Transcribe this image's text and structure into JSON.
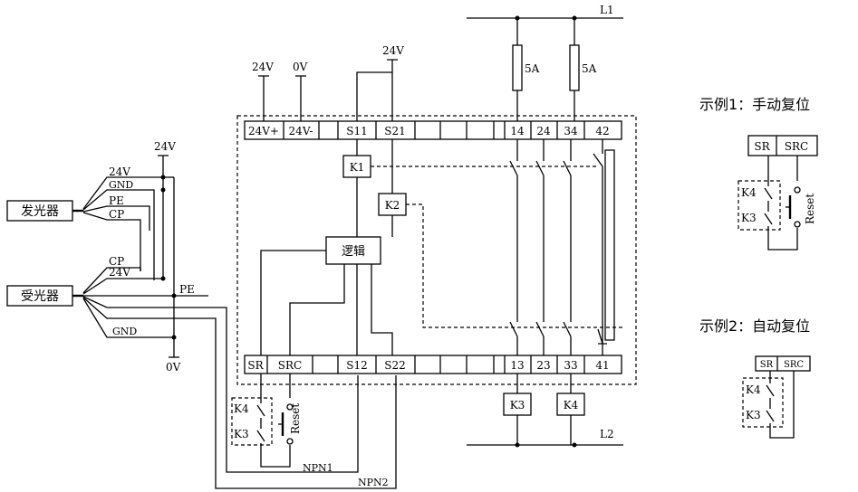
{
  "emitter_label": "发光器",
  "receiver_label": "受光器",
  "wires": {
    "w_24v": "24V",
    "w_gnd": "GND",
    "w_pe": "PE",
    "w_cp": "CP",
    "w_npn1": "NPN1",
    "w_npn2": "NPN2"
  },
  "supplies": {
    "left_24v": "24V",
    "left_0v": "0V",
    "top_24v": "24V",
    "top_0v": "0V",
    "s11_24v": "24V",
    "l1": "L1",
    "l2": "L2",
    "pe": "PE"
  },
  "top_terminals": [
    "24V+",
    "24V-",
    "S11",
    "S21",
    "14",
    "24",
    "34",
    "42"
  ],
  "bottom_terminals": [
    "SR",
    "SRC",
    "S12",
    "S22",
    "13",
    "23",
    "33",
    "41"
  ],
  "fuses": [
    "5A",
    "5A"
  ],
  "relays": {
    "k1": "K1",
    "k2": "K2",
    "k3": "K3",
    "k4": "K4",
    "logic": "逻辑"
  },
  "reset_label": "Reset",
  "example1": {
    "title": "示例1：手动复位",
    "sr": "SR",
    "src": "SRC",
    "k4": "K4",
    "k3": "K3",
    "reset": "Reset"
  },
  "example2": {
    "title": "示例2：自动复位",
    "sr": "SR",
    "src": "SRC",
    "k4": "K4",
    "k3": "K3"
  }
}
